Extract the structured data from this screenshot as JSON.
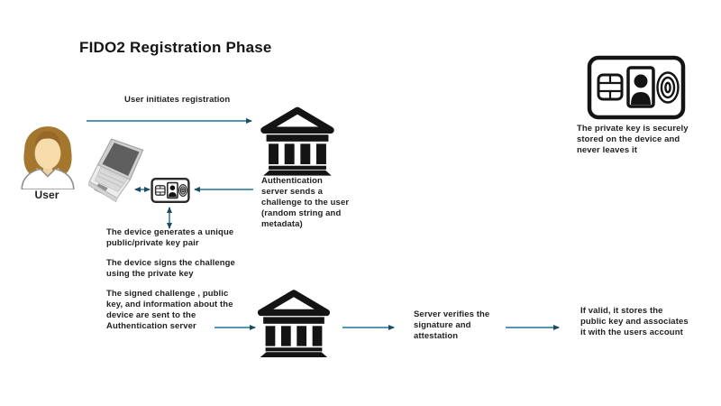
{
  "title": "FIDO2 Registration Phase",
  "colors": {
    "arrow_line": "#3f87a7",
    "arrow_head": "#1c4b66",
    "icon_black": "#141414",
    "text": "#1f1f1f",
    "hair": "#a5772e",
    "skin": "#f7dcab"
  },
  "icons": {
    "user": "user-avatar",
    "device": "laptop",
    "authenticator": "security-key-card",
    "server": "bank-building-server",
    "secure_storage": "id-card-with-chip-portrait-fingerprint"
  },
  "user": {
    "label": "User"
  },
  "labels": {
    "step1": "User initiates registration",
    "auth_server_caption": "Authentication\nserver sends a\nchallenge to the user\n(random string and\nmetadata)",
    "note_keypair": "The device generates a unique\npublic/private key pair",
    "note_sign": "The device signs the challenge\nusing the private key",
    "note_send": "The signed challenge , public\nkey, and information about the\ndevice are sent to the\nAuthentication server",
    "server_verify": "Server verifies the\nsignature and\nattestation",
    "server_store": "If valid, it stores the\npublic key and associates\nit with the users account",
    "private_key": "The private key is securely\nstored on the device and\nnever leaves it"
  }
}
